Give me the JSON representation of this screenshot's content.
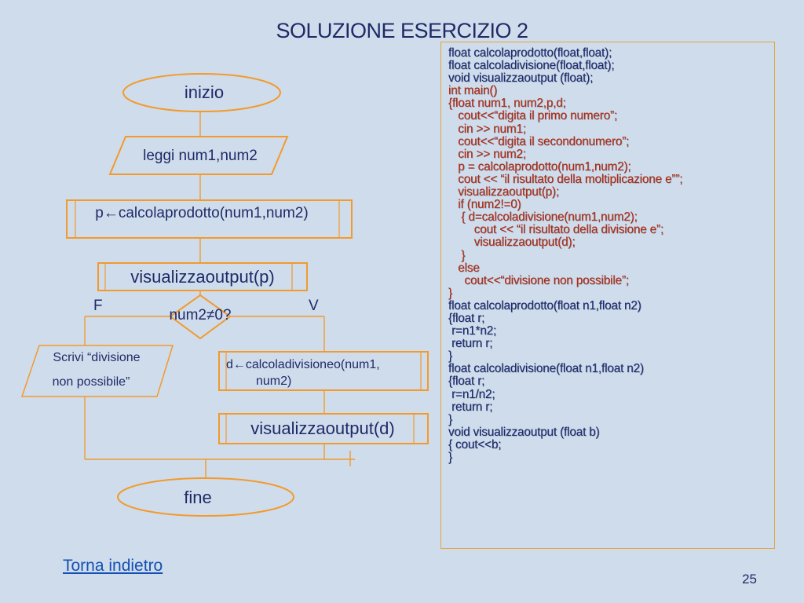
{
  "slide": {
    "title": "SOLUZIONE ESERCIZIO 2",
    "back_link": "Torna indietro",
    "page_number": "25"
  },
  "flowchart": {
    "start": "inizio",
    "read": "leggi num1,num2",
    "product": "p←calcolaprodotto(num1,num2)",
    "output_p": "visualizzaoutput(p)",
    "condition": "num2≠0?",
    "false_label": "F",
    "true_label": "V",
    "write_line1": "Scrivi “divisione",
    "write_line2": "non possibile”",
    "division_line1": "d←calcoladivisioneo(num1,",
    "division_line2": "num2)",
    "output_d": "visualizzaoutput(d)",
    "end": "fine"
  },
  "code": {
    "lines": [
      {
        "text": "float calcolaprodotto(float,float);",
        "color": "blue"
      },
      {
        "text": "float calcoladivisione(float,float);",
        "color": "blue"
      },
      {
        "text": "void visualizzaoutput (float);",
        "color": "blue"
      },
      {
        "text": "int main()",
        "color": "red"
      },
      {
        "text": "{float num1, num2,p,d;",
        "color": "red"
      },
      {
        "text": "   cout<<“digita il primo numero”;",
        "color": "red"
      },
      {
        "text": "   cin >> num1;",
        "color": "red"
      },
      {
        "text": "   cout<<“digita il secondonumero”;",
        "color": "red"
      },
      {
        "text": "   cin >> num2;",
        "color": "red"
      },
      {
        "text": "   p = calcolaprodotto(num1,num2);",
        "color": "red"
      },
      {
        "text": "   cout << “il risultato della moltiplicazione e””;",
        "color": "red"
      },
      {
        "text": "   visualizzaoutput(p);",
        "color": "red"
      },
      {
        "text": "   if (num2!=0)",
        "color": "red"
      },
      {
        "text": "    { d=calcoladivisione(num1,num2);",
        "color": "red"
      },
      {
        "text": "        cout << “il risultato della divisione e”;",
        "color": "red"
      },
      {
        "text": "        visualizzaoutput(d);",
        "color": "red"
      },
      {
        "text": "    }",
        "color": "red"
      },
      {
        "text": "   else",
        "color": "red"
      },
      {
        "text": "     cout<<“divisione non possibile”;",
        "color": "red"
      },
      {
        "text": "}",
        "color": "red"
      },
      {
        "text": "float calcolaprodotto(float n1,float n2)",
        "color": "blue"
      },
      {
        "text": "{float r;",
        "color": "blue"
      },
      {
        "text": " r=n1*n2;",
        "color": "blue"
      },
      {
        "text": " return r;",
        "color": "blue"
      },
      {
        "text": "}",
        "color": "blue"
      },
      {
        "text": "float calcoladivisione(float n1,float n2)",
        "color": "blue"
      },
      {
        "text": "{float r;",
        "color": "blue"
      },
      {
        "text": " r=n1/n2;",
        "color": "blue"
      },
      {
        "text": " return r;",
        "color": "blue"
      },
      {
        "text": "}",
        "color": "blue"
      },
      {
        "text": "void visualizzaoutput (float b)",
        "color": "blue"
      },
      {
        "text": "{ cout<<b;",
        "color": "blue"
      },
      {
        "text": "}",
        "color": "blue"
      }
    ]
  },
  "colors": {
    "background": "#cfdcec",
    "shape_stroke": "#f39a2b",
    "text_dark": "#1f2a66",
    "code_blue": "#1c2a6e",
    "code_red": "#b32a0e",
    "link": "#1450b4"
  }
}
